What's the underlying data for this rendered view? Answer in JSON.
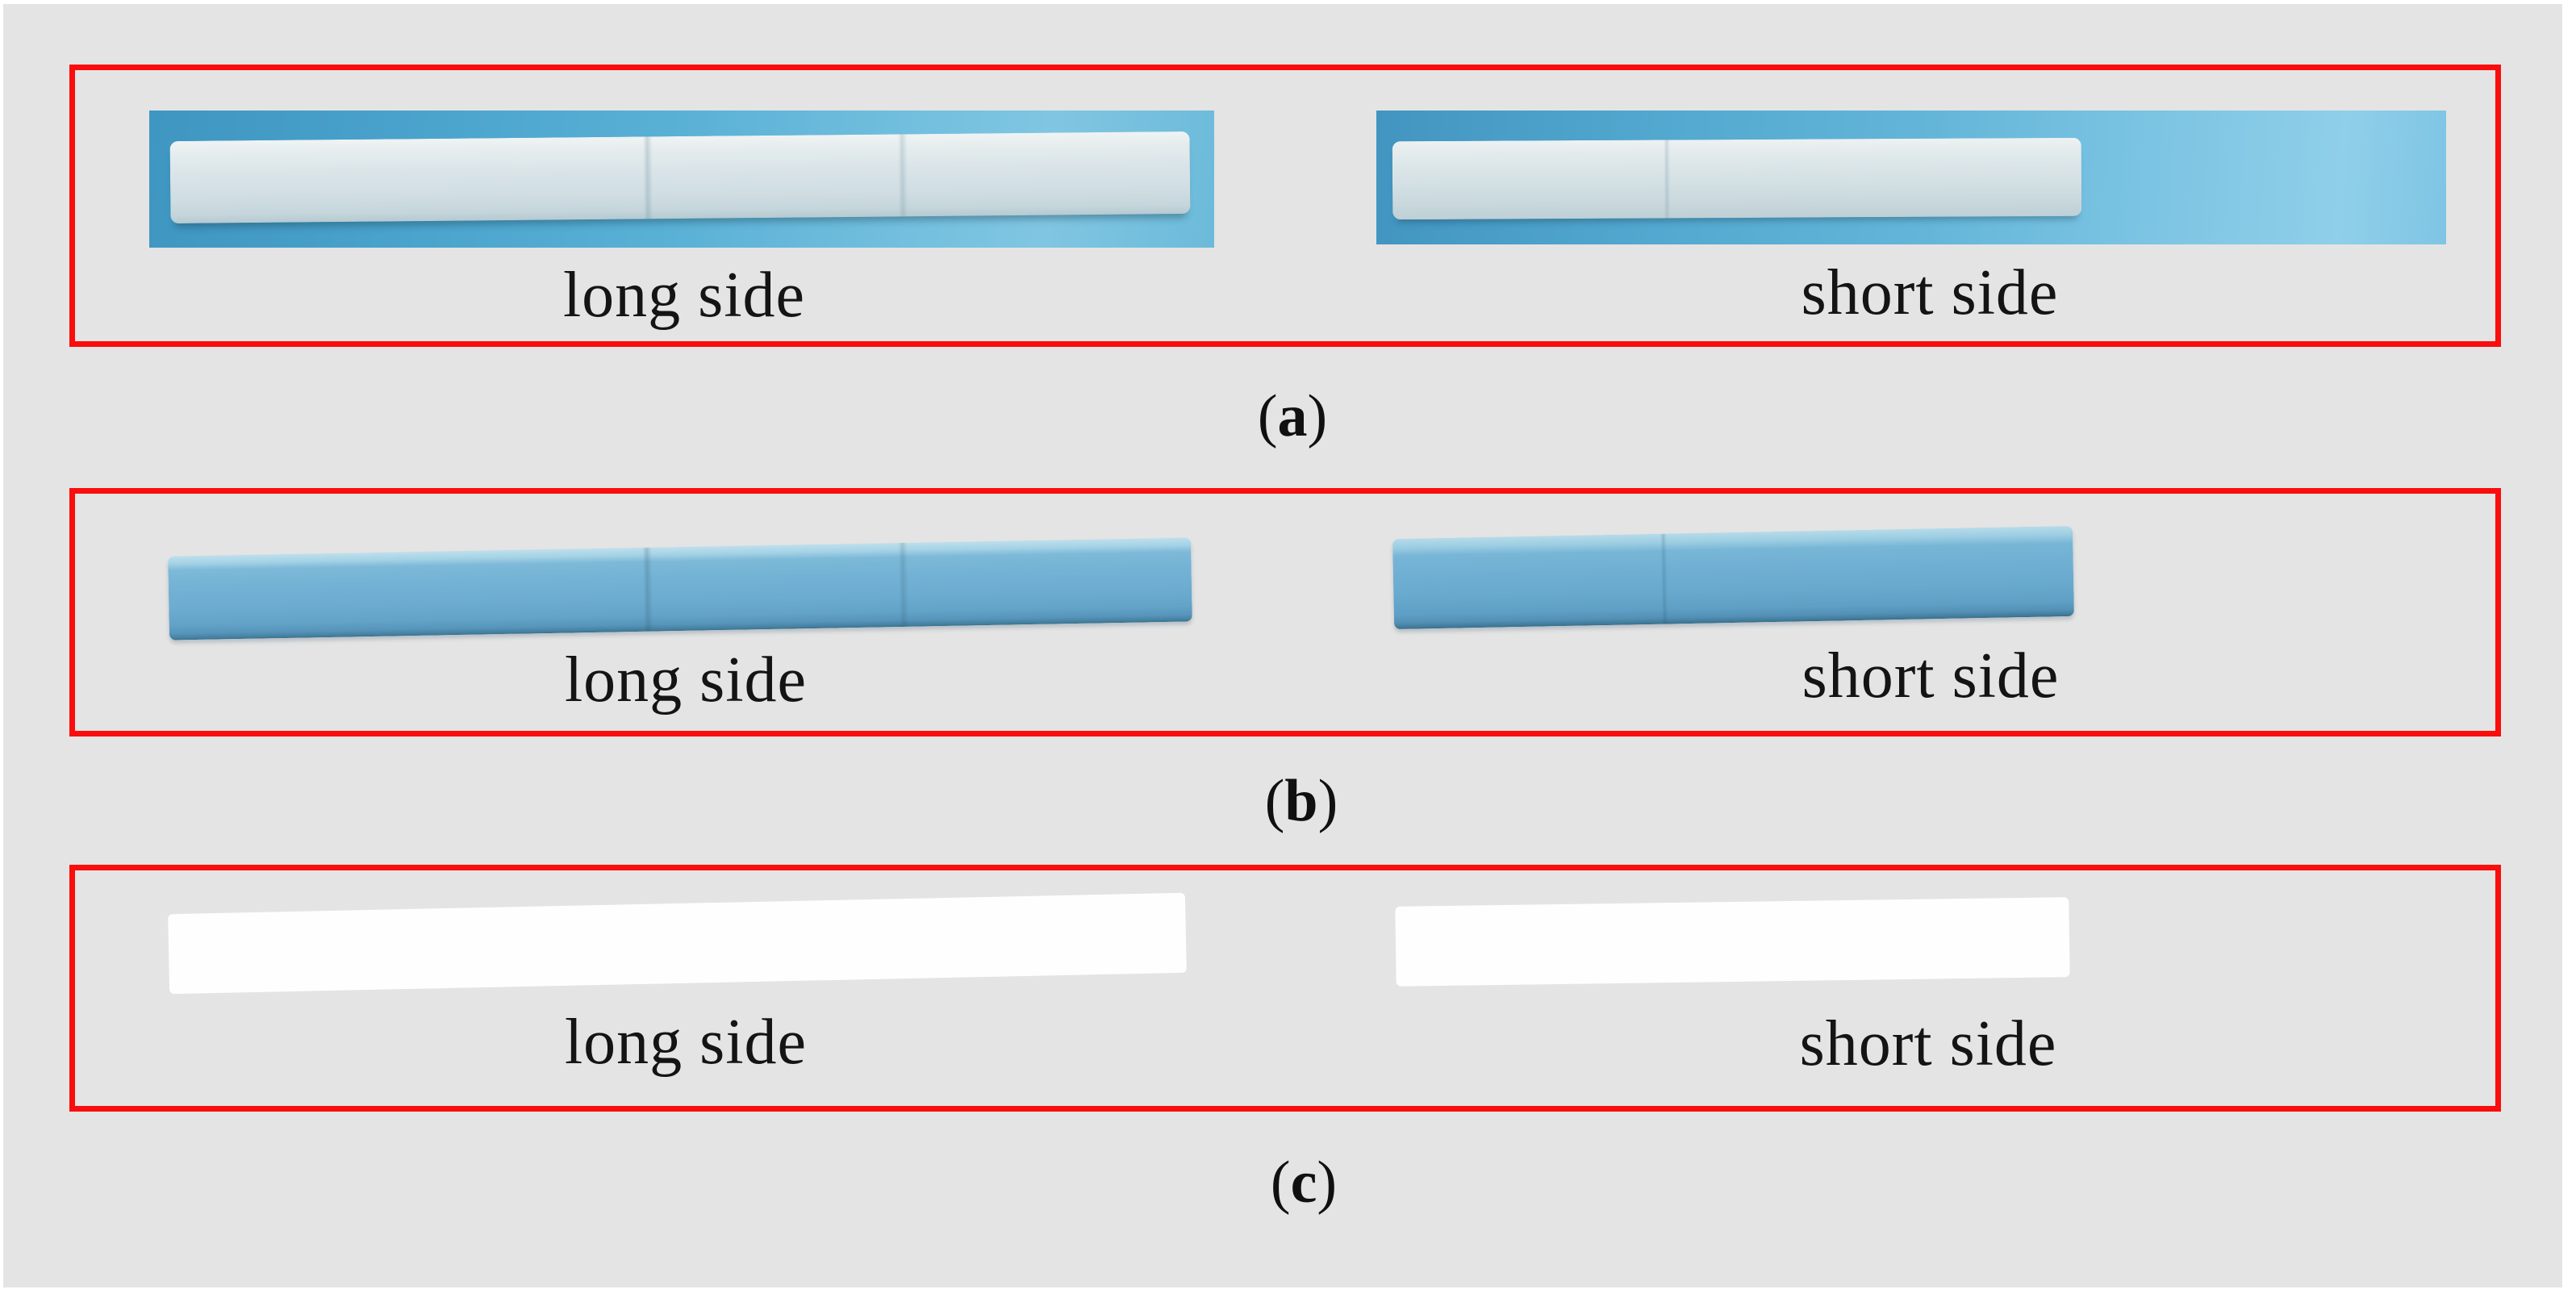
{
  "figure": {
    "panels": [
      {
        "marker_open": "(",
        "marker_letter": "a",
        "marker_close": ")",
        "left_caption": "long side",
        "right_caption": "short side"
      },
      {
        "marker_open": "(",
        "marker_letter": "b",
        "marker_close": ")",
        "left_caption": "long side",
        "right_caption": "short side"
      },
      {
        "marker_open": "(",
        "marker_letter": "c",
        "marker_close": ")",
        "left_caption": "long side",
        "right_caption": "short side"
      }
    ],
    "colors": {
      "canvas_bg": "#e4e4e4",
      "panel_border": "#f90d0d",
      "photo_blue": "#55aed5",
      "specimen_translucent": "#d8e3e7",
      "specimen_blue": "#6fb0d2",
      "specimen_white": "#fefefe",
      "caption_text": "#141414"
    }
  }
}
